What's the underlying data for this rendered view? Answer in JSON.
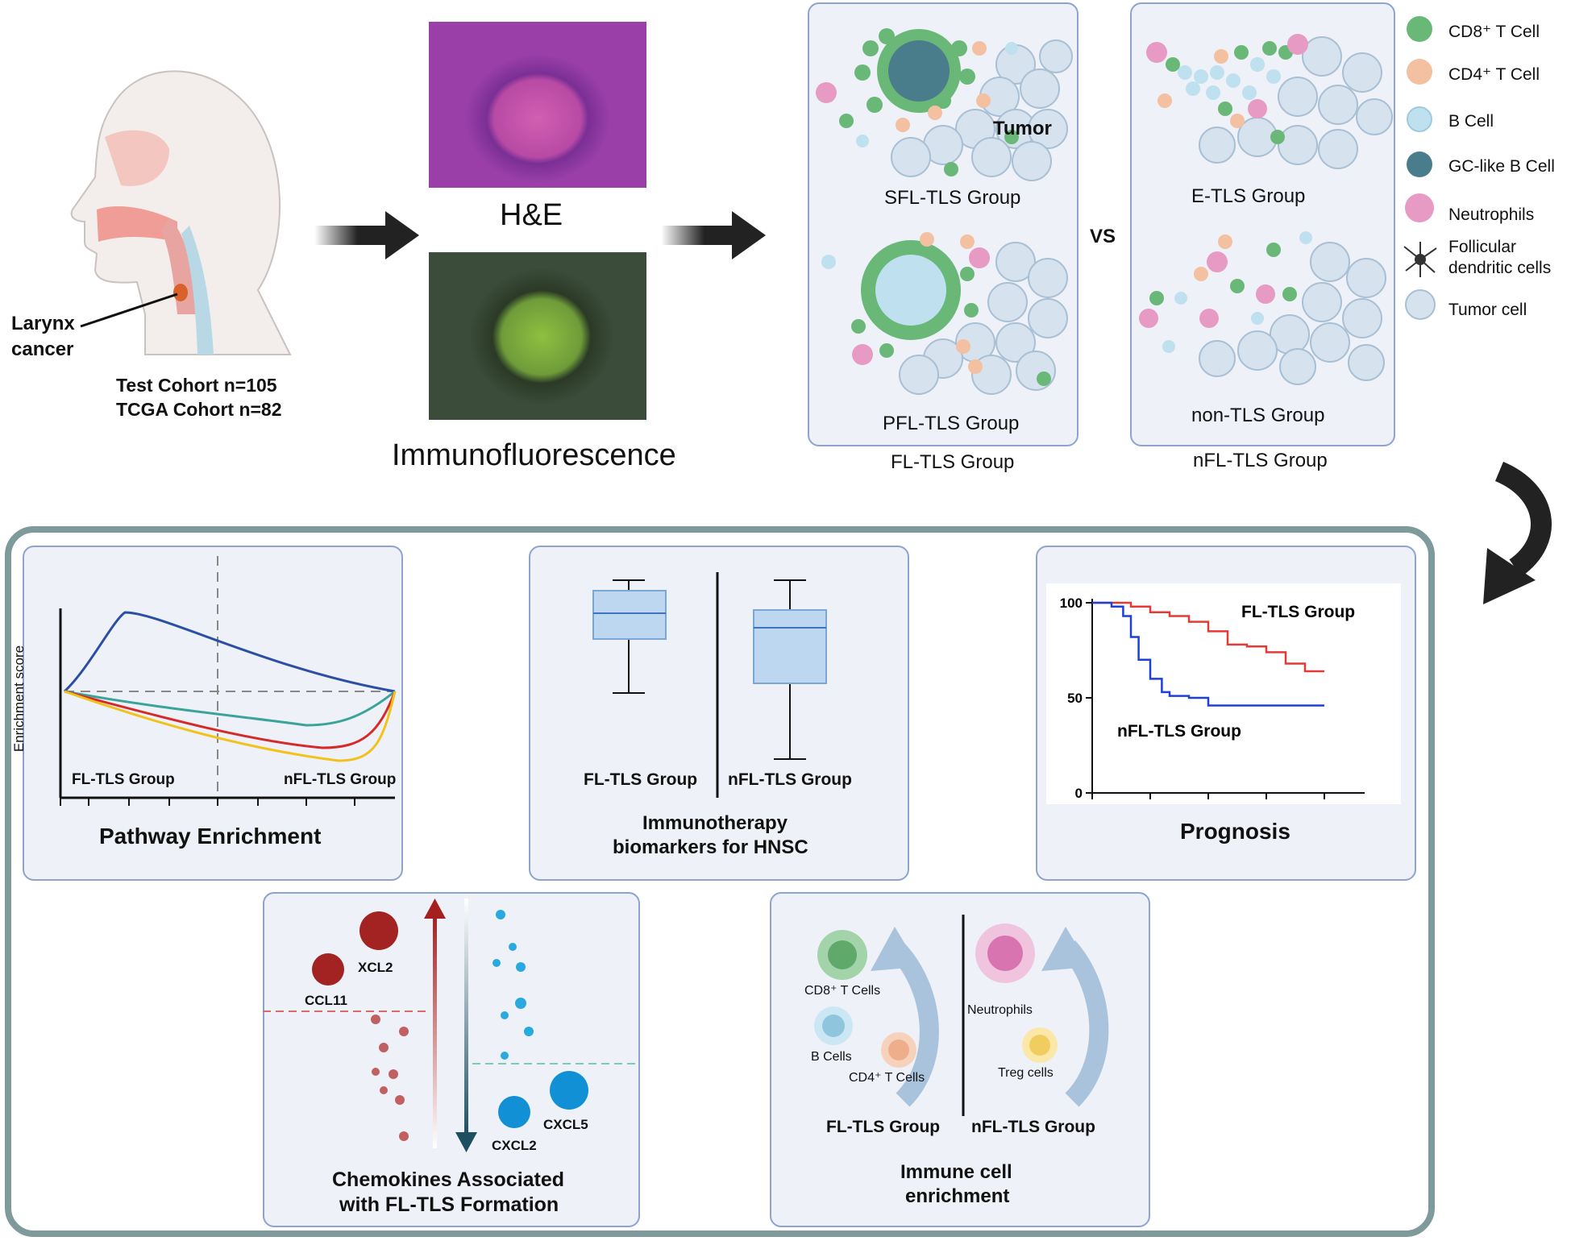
{
  "top": {
    "larynx_label": [
      "Larynx",
      "cancer"
    ],
    "cohorts": [
      "Test Cohort n=105",
      "TCGA Cohort n=82"
    ],
    "he_label": "H&E",
    "if_label": "Immunofluorescence",
    "tumor_label": "Tumor",
    "groups": {
      "sfl": "SFL-TLS Group",
      "pfl": "PFL-TLS Group",
      "fl": "FL-TLS Group",
      "etls": "E-TLS Group",
      "nontls": "non-TLS Group",
      "nfl": "nFL-TLS Group",
      "vs": "VS"
    }
  },
  "legend": [
    {
      "label": "CD8⁺ T Cell",
      "icon": "cd8-t-cell-icon",
      "color": "#6ab878"
    },
    {
      "label": "CD4⁺ T Cell",
      "icon": "cd4-t-cell-icon",
      "color": "#f4c0a2"
    },
    {
      "label": "B Cell",
      "icon": "b-cell-icon",
      "color": "#bfe0ef"
    },
    {
      "label": "GC-like B Cell",
      "icon": "gc-b-cell-icon",
      "color": "#4a7d8c"
    },
    {
      "label": "Neutrophils",
      "icon": "neutrophil-icon",
      "color": "#e79ac3"
    },
    {
      "label": "Follicular\ndendritic cells",
      "icon": "fdc-icon",
      "color": "#333333"
    },
    {
      "label": "Tumor cell",
      "icon": "tumor-cell-icon",
      "color": "#d6e2ee"
    }
  ],
  "pathway": {
    "title": "Pathway Enrichment",
    "ylabel": "Enrichment score",
    "left_label": "FL-TLS Group",
    "right_label": "nFL-TLS Group",
    "colors": [
      "#2a4fa3",
      "#3aa39a",
      "#d62a2a",
      "#f2c21a"
    ]
  },
  "immunotherapy": {
    "title": [
      "Immunotherapy",
      "biomarkers for HNSC"
    ],
    "left_label": "FL-TLS Group",
    "right_label": "nFL-TLS Group"
  },
  "prognosis": {
    "title": "Prognosis",
    "chart_data": {
      "type": "line",
      "y_ticks": [
        "100",
        "50",
        "0"
      ],
      "ylim": [
        0,
        100
      ],
      "series": [
        {
          "name": "FL-TLS Group",
          "color": "#e53935",
          "x": [
            0,
            5,
            10,
            15,
            20,
            25,
            30,
            35,
            40,
            45,
            50,
            55,
            60
          ],
          "values": [
            100,
            100,
            98,
            95,
            93,
            90,
            85,
            78,
            77,
            74,
            68,
            64,
            64
          ]
        },
        {
          "name": "nFL-TLS Group",
          "color": "#1e3fd8",
          "x": [
            0,
            5,
            8,
            10,
            12,
            15,
            18,
            20,
            25,
            30,
            40,
            50,
            60
          ],
          "values": [
            100,
            98,
            93,
            82,
            70,
            60,
            53,
            51,
            50,
            46,
            46,
            46,
            46
          ]
        }
      ]
    }
  },
  "chemokines": {
    "title": [
      "Chemokines Associated",
      "with FL-TLS Formation"
    ],
    "labels": {
      "xcl2": "XCL2",
      "ccl11": "CCL11",
      "cxcl2": "CXCL2",
      "cxcl5": "CXCL5"
    }
  },
  "immune": {
    "title": [
      "Immune cell",
      "enrichment"
    ],
    "cells": {
      "cd8": "CD8⁺ T Cells",
      "b": "B Cells",
      "cd4": "CD4⁺ T Cells",
      "neut": "Neutrophils",
      "treg": "Treg cells"
    },
    "left_label": "FL-TLS Group",
    "right_label": "nFL-TLS Group"
  }
}
